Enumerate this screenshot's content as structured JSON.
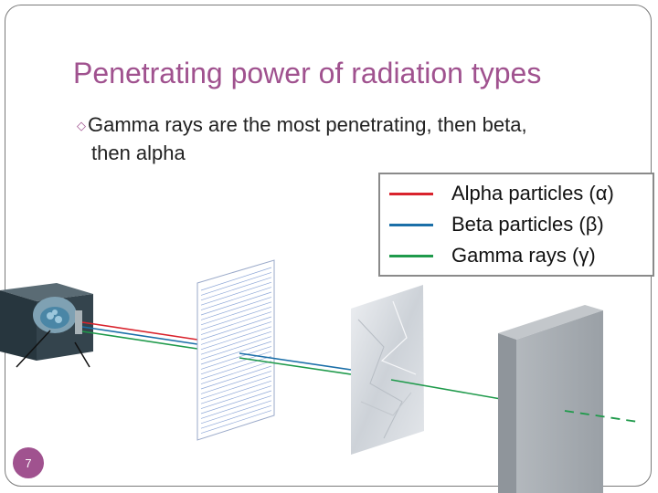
{
  "slide": {
    "title": "Penetrating power of radiation types",
    "bullet_line1": "Gamma rays are the most penetrating, then beta,",
    "bullet_line2": "then alpha",
    "page_number": "7"
  },
  "legend": {
    "items": [
      {
        "label": "Alpha particles (α)",
        "color": "#d9232d"
      },
      {
        "label": "Beta particles (β)",
        "color": "#1b6fa8"
      },
      {
        "label": "Gamma rays (γ)",
        "color": "#1f9a4b"
      }
    ]
  },
  "diagram": {
    "stages": [
      "radioactive-source",
      "paper-sheet",
      "aluminium-foil",
      "lead-block"
    ],
    "colors": {
      "accent": "#a0528f",
      "source": "#3b4c55",
      "alpha": "#d9232d",
      "beta": "#1b6fa8",
      "gamma": "#1f9a4b",
      "paper_lines": "#8fa8d8",
      "foil": "#dde1e6",
      "lead": "#a3a8ad"
    }
  }
}
